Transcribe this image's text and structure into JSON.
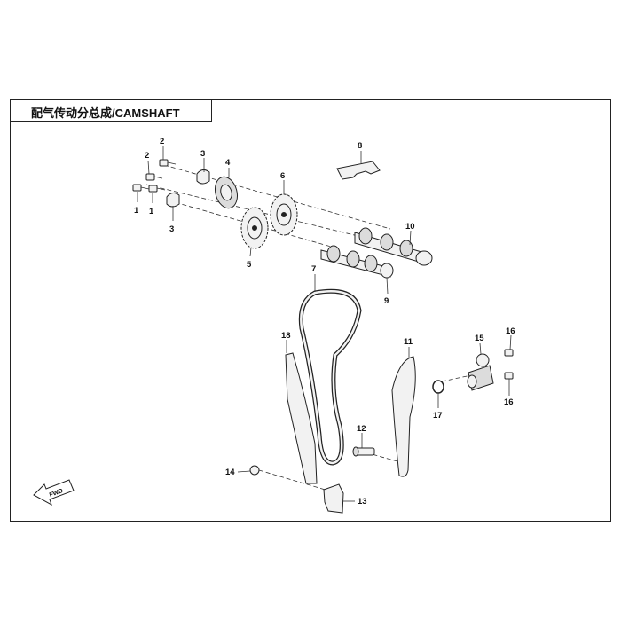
{
  "title": "配气传动分总成/CAMSHAFT",
  "callouts": {
    "c1a": "1",
    "c1b": "1",
    "c2a": "2",
    "c2b": "2",
    "c3a": "3",
    "c3b": "3",
    "c4": "4",
    "c5": "5",
    "c6": "6",
    "c7": "7",
    "c8": "8",
    "c9": "9",
    "c10": "10",
    "c11": "11",
    "c12": "12",
    "c13": "13",
    "c14": "14",
    "c15": "15",
    "c16a": "16",
    "c16b": "16",
    "c17": "17",
    "c18": "18"
  },
  "fwd_label": "FWD"
}
